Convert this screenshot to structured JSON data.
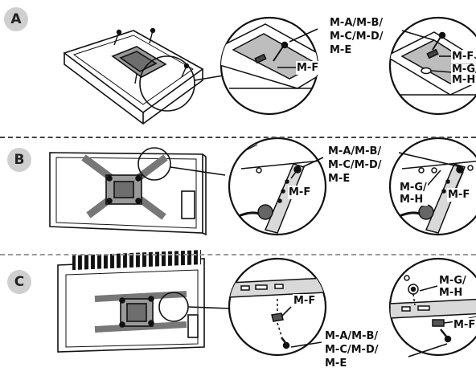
{
  "steps": [
    {
      "id": "A"
    },
    {
      "id": "B"
    },
    {
      "id": "C"
    }
  ],
  "labels": {
    "screw_group_line1": "M-A/M-B/",
    "screw_group_line2": "M-C/M-D/",
    "screw_group_line3": "M-E",
    "spacer_f": "M-F",
    "washer_g_line1": "M-G/",
    "washer_g_line2": "M-H"
  },
  "colors": {
    "ink": "#111111",
    "badge": "#cfcfcf",
    "plate": "#9a9a9a",
    "divider": "#444444"
  }
}
